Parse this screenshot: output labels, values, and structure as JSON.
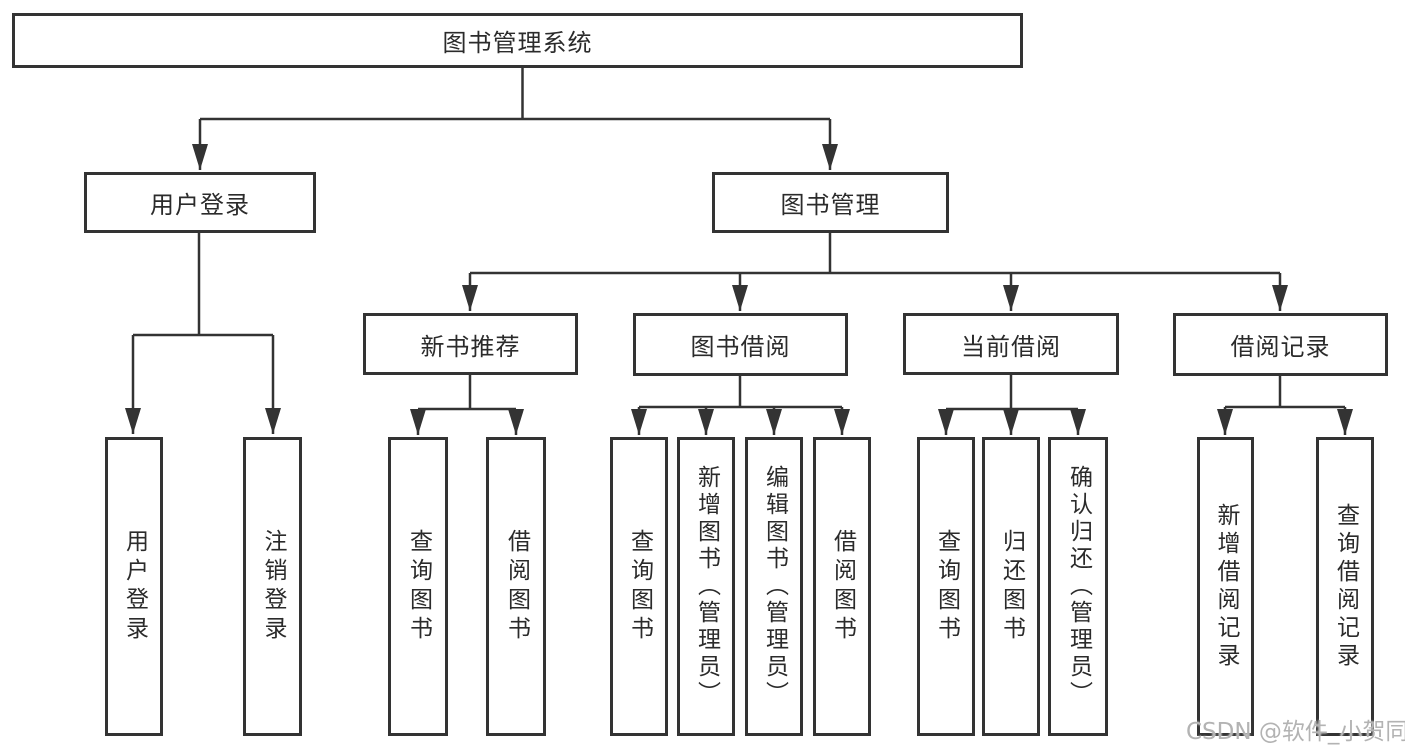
{
  "colors": {
    "line": "#333333",
    "box_border": "#333333",
    "text": "#2b2b2b",
    "background": "#ffffff",
    "watermark": "#b3b3b3"
  },
  "root": {
    "label": "图书管理系统"
  },
  "branches": [
    {
      "label": "用户登录",
      "children": [
        {
          "label": "用户登录"
        },
        {
          "label": "注销登录"
        }
      ]
    },
    {
      "label": "图书管理",
      "sections": [
        {
          "label": "新书推荐",
          "children": [
            {
              "label": "查询图书"
            },
            {
              "label": "借阅图书"
            }
          ]
        },
        {
          "label": "图书借阅",
          "children": [
            {
              "label": "查询图书"
            },
            {
              "label": "新增图书（管理员）"
            },
            {
              "label": "编辑图书（管理员）"
            },
            {
              "label": "借阅图书"
            }
          ]
        },
        {
          "label": "当前借阅",
          "children": [
            {
              "label": "查询图书"
            },
            {
              "label": "归还图书"
            },
            {
              "label": "确认归还（管理员）"
            }
          ]
        },
        {
          "label": "借阅记录",
          "children": [
            {
              "label": "新增借阅记录"
            },
            {
              "label": "查询借阅记录"
            }
          ]
        }
      ]
    }
  ],
  "watermark": "CSDN @软件_小贺同学"
}
